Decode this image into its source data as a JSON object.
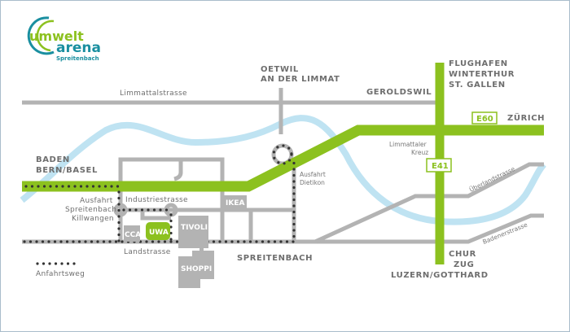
{
  "logo": {
    "line1": "umwelt",
    "line2": "arena",
    "line3": "Spreitenbach"
  },
  "places": {
    "oetwil_1": "OETWIL",
    "oetwil_2": "AN DER LIMMAT",
    "geroldswil": "GEROLDSWIL",
    "north_1": "FLUGHAFEN",
    "north_2": "WINTERTHUR",
    "north_3": "ST. GALLEN",
    "zurich": "ZÜRICH",
    "baden_1": "BADEN",
    "baden_2": "BERN/BASEL",
    "south_1": "CHUR",
    "south_2": "ZUG",
    "south_3": "LUZERN/GOTTHARD",
    "spreitenbach": "SPREITENBACH"
  },
  "roads": {
    "limmattalstrasse": "Limmattalstrasse",
    "industriestrasse": "Industriestrasse",
    "landstrasse": "Landstrasse",
    "ueberlandstrasse": "Überlandstrasse",
    "badenerstrasse": "Badenerstrasse",
    "kreuz_1": "Limmattaler",
    "kreuz_2": "Kreuz",
    "exit_west_1": "Ausfahrt",
    "exit_west_2": "Spreitenbach",
    "exit_west_3": "Killwangen",
    "exit_east_1": "Ausfahrt",
    "exit_east_2": "Dietikon"
  },
  "highways": {
    "e60": "E60",
    "e41": "E41"
  },
  "buildings": {
    "ikea": "IKEA",
    "cca": "CCA",
    "uwa": "UWA",
    "tivoli": "TIVOLI",
    "shoppi": "SHOPPI"
  },
  "legend": {
    "route": "Anfahrtsweg"
  },
  "colors": {
    "green": "#8cc11f",
    "river": "#bfe3f2",
    "road": "#b3b3b3",
    "teal": "#1a8fa0"
  }
}
